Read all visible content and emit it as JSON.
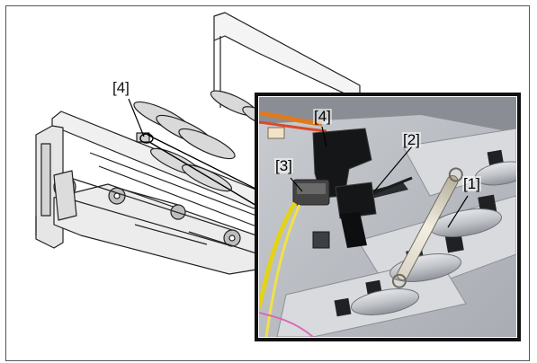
{
  "callouts": {
    "main": "[4]",
    "detail": {
      "one": "[1]",
      "two": "[2]",
      "three": "[3]",
      "four": "[4]"
    }
  }
}
